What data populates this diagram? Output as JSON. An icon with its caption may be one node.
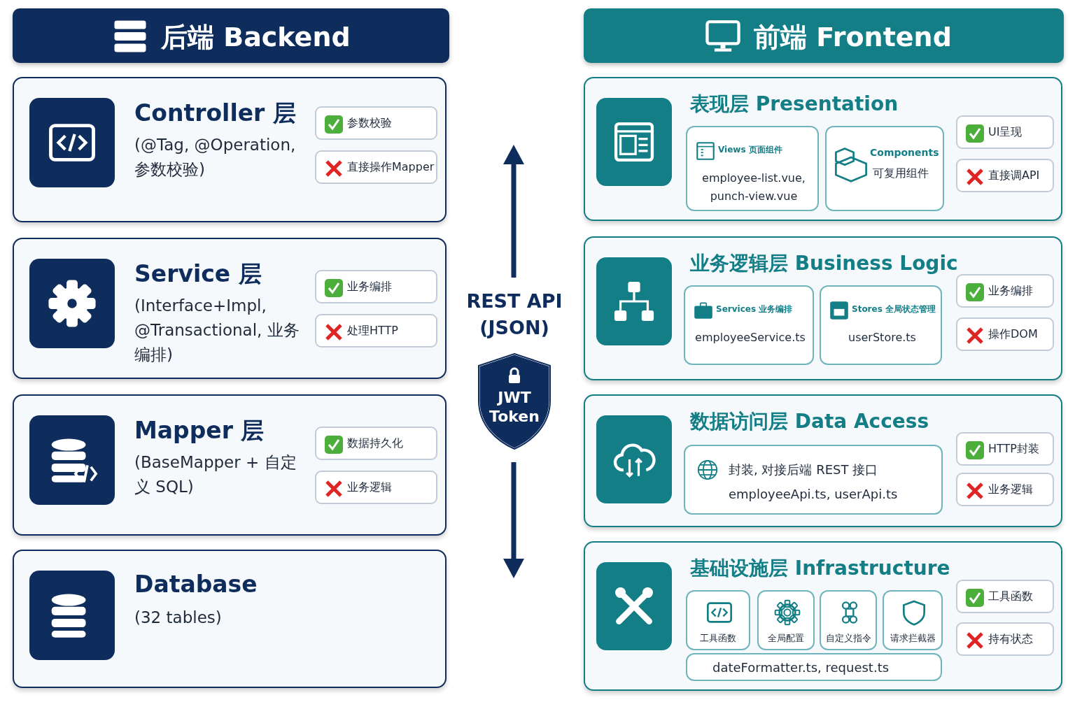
{
  "diagram": {
    "nodes": [
      {
        "text": [
          "后端 Backend"
        ]
      },
      {
        "text": [
          "Controller 层",
          "(@Tag, @Operation, 参数校验)"
        ]
      },
      {
        "text": [
          "参数校验"
        ],
        "in": 1
      },
      {
        "text": [
          "直接操作Mapper"
        ],
        "in": 1
      },
      {
        "text": [
          "Service 层",
          "(Interface+Impl, @Transactional, 业务编排)"
        ]
      },
      {
        "text": [
          "业务编排"
        ],
        "in": 4
      },
      {
        "text": [
          "处理HTTP"
        ],
        "in": 4
      },
      {
        "text": [
          "Mapper 层",
          "(BaseMapper + 自定义 SQL)"
        ]
      },
      {
        "text": [
          "数据持久化"
        ],
        "in": 7
      },
      {
        "text": [
          "业务逻辑"
        ],
        "in": 7
      },
      {
        "text": [
          "Database",
          "(32 tables)"
        ]
      },
      {
        "text": [
          "前端 Frontend"
        ]
      },
      {
        "text": [
          "表现层 Presentation"
        ]
      },
      {
        "text": [
          "Views 页面组件",
          "employee-list.vue, punch-view.vue"
        ],
        "in": 12
      },
      {
        "text": [
          "Components",
          "可复用组件"
        ],
        "in": 12
      },
      {
        "text": [
          "UI呈现"
        ],
        "in": 12
      },
      {
        "text": [
          "直接调API"
        ],
        "in": 12
      },
      {
        "text": [
          "业务逻辑层 Business Logic"
        ]
      },
      {
        "text": [
          "Services 业务编排",
          "employeeService.ts"
        ],
        "in": 17
      },
      {
        "text": [
          "Stores 全局状态管理",
          "userStore.ts"
        ],
        "in": 17
      },
      {
        "text": [
          "业务编排"
        ],
        "in": 17
      },
      {
        "text": [
          "操作DOM"
        ],
        "in": 17
      },
      {
        "text": [
          "数据访问层 Data Access"
        ]
      },
      {
        "text": [
          "封装, 对接后端 REST 接口",
          "employeeApi.ts, userApi.ts"
        ],
        "in": 22
      },
      {
        "text": [
          "HTTP封装"
        ],
        "in": 22
      },
      {
        "text": [
          "业务逻辑"
        ],
        "in": 22
      },
      {
        "text": [
          "基础设施层 Infrastructure"
        ]
      },
      {
        "text": [
          "工具函数"
        ],
        "in": 26
      },
      {
        "text": [
          "全局配置"
        ],
        "in": 26
      },
      {
        "text": [
          "自定义指令"
        ],
        "in": 26
      },
      {
        "text": [
          "请求拦截器"
        ],
        "in": 26
      },
      {
        "text": [
          "dateFormatter.ts, request.ts"
        ],
        "in": 26
      },
      {
        "text": [
          "工具函数"
        ],
        "in": 26
      },
      {
        "text": [
          "持有状态"
        ],
        "in": 26
      },
      {
        "text": [
          "JWT Token"
        ]
      }
    ],
    "labels": [
      "REST API (JSON)"
    ]
  }
}
